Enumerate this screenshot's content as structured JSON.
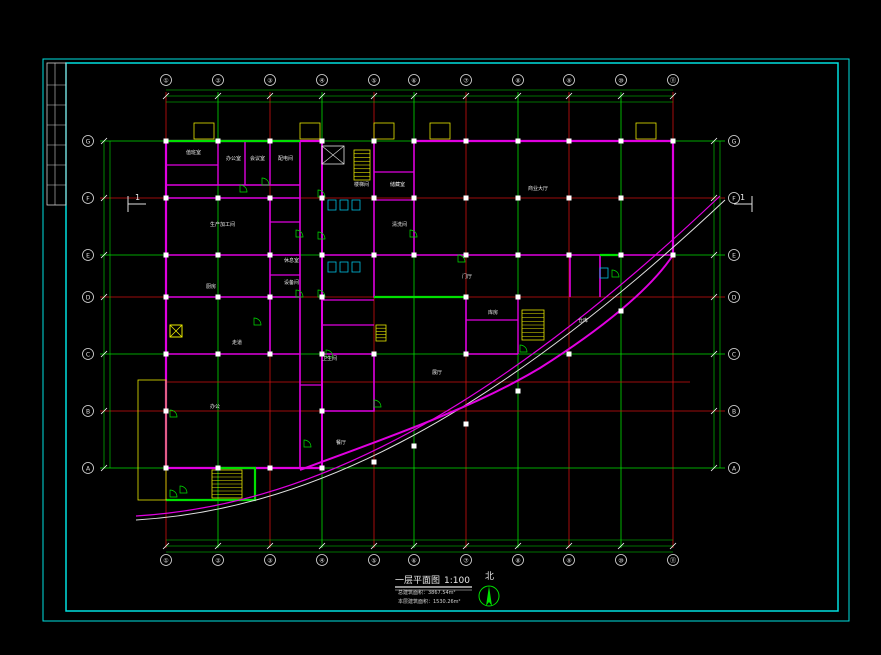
{
  "title": "一层平面图",
  "scale": "1:100",
  "north_label": "北",
  "area_lines": [
    "总建筑面积：3867.54m²",
    "本层建筑面积：1530.26m²"
  ],
  "section_mark": "1",
  "top_axis_labels": [
    "①",
    "②",
    "③",
    "④",
    "⑤",
    "⑥",
    "⑦",
    "⑧",
    "⑨",
    "⑩",
    "⑪"
  ],
  "side_axis_labels": [
    "G",
    "F",
    "E",
    "D",
    "C",
    "B",
    "A"
  ],
  "room_labels": [
    "值班室",
    "办公室",
    "楼梯间",
    "会议室",
    "展厅",
    "休息室",
    "储藏室",
    "卫生间",
    "配电间",
    "门厅",
    "商业大厅",
    "办公",
    "走道",
    "餐厅",
    "仓库",
    "生产加工间",
    "设备间",
    "库房",
    "厨房",
    "清洗间"
  ],
  "colors": {
    "frame": "#00e0e0",
    "wall": "#e000e0",
    "grid_red": "#d01010",
    "grid_green": "#00e000",
    "dim": "#00e000",
    "node": "#ffffff",
    "text": "#e8e8e8",
    "stair": "#e8e800"
  }
}
